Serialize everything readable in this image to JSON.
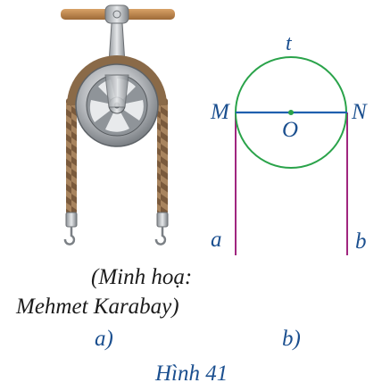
{
  "figure": {
    "caption": "Hình 41",
    "part_a": {
      "label": "a)",
      "credit_line1": "(Minh hoạ:",
      "credit_line2": "Mehmet Karabay)"
    },
    "part_b": {
      "label": "b)",
      "point_t": "t",
      "point_M": "M",
      "point_O": "O",
      "point_N": "N",
      "line_a": "a",
      "line_b": "b"
    }
  },
  "colors": {
    "text_blue": "#1b4f8f",
    "circle": "#2aa34a",
    "diameter": "#1f5fae",
    "rope_lines": "#a0267f",
    "center_dot": "#2aa34a",
    "wood": "#c48a4e",
    "rope": "#8a6a48"
  }
}
